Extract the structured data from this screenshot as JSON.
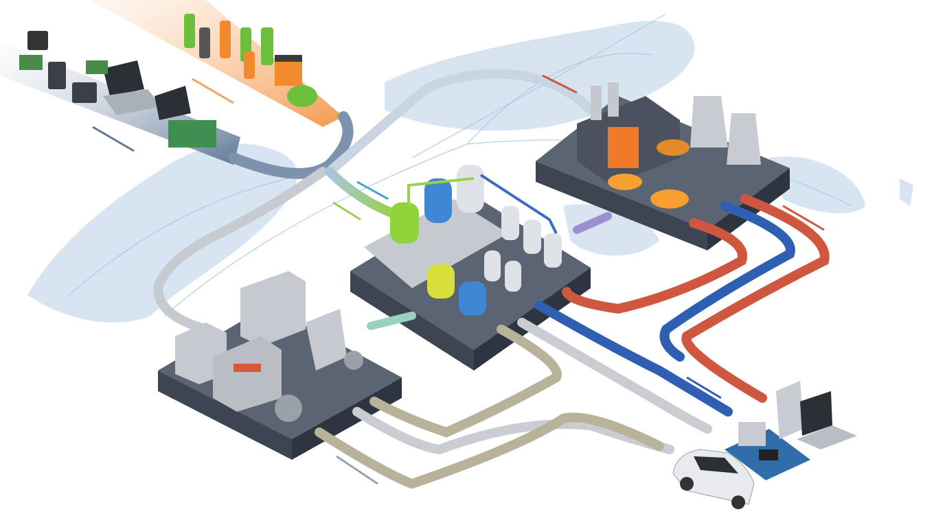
{
  "scene": {
    "stages": [
      {
        "id": "e-waste-input",
        "icon": "electronics-icon"
      },
      {
        "id": "battery-input",
        "icon": "battery-icon"
      },
      {
        "id": "shredding-facility",
        "icon": "shredder-icon"
      },
      {
        "id": "chemical-processing",
        "icon": "chemical-tank-icon"
      },
      {
        "id": "smelting-plant",
        "icon": "furnace-icon"
      },
      {
        "id": "outputs",
        "icon": "car-computer-circuit-icon"
      }
    ]
  },
  "colors": {
    "map": "#cfe0ee",
    "platform_top": "#5b6472",
    "platform_side": "#3e4552",
    "pipe_silver": "#c9ccd1",
    "pipe_gold": "#b9b29a",
    "pipe_blue": "#2f5fb3",
    "pipe_red": "#d0573f",
    "battery_stream": "#f3a45f",
    "ewaste_stream": "#6f87a3",
    "molten": "#f07a2a",
    "liquid_green": "#8ed43a",
    "liquid_blue": "#3f86d4",
    "liquid_yellow": "#d8de3a"
  }
}
